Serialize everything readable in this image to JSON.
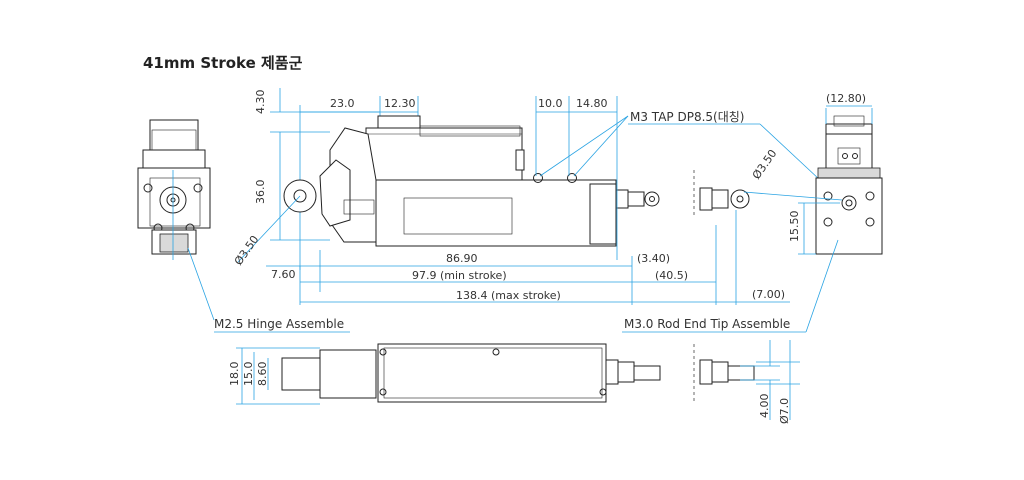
{
  "title": "41mm Stroke 제품군",
  "dims": {
    "d_4_30": "4.30",
    "d_23_0": "23.0",
    "d_12_30": "12.30",
    "d_36_0": "36.0",
    "d_dia_3_50_left": "Ø3.50",
    "d_7_60": "7.60",
    "d_10_0": "10.0",
    "d_14_80": "14.80",
    "d_86_90": "86.90",
    "d_3_40": "(3.40)",
    "d_97_9": "97.9 (min stroke)",
    "d_40_5": "(40.5)",
    "d_138_4": "138.4 (max stroke)",
    "d_dia_3_50_right": "Ø3.50",
    "d_12_80": "(12.80)",
    "d_15_50": "15.50",
    "d_7_00": "(7.00)",
    "d_18_0": "18.0",
    "d_15_0": "15.0",
    "d_8_60": "8.60",
    "d_4_00": "4.00",
    "d_dia_7_0": "Ø7.0"
  },
  "callouts": {
    "m3_tap": "M3 TAP DP8.5(대칭)",
    "hinge": "M2.5 Hinge Assemble",
    "rod_end": "M3.0 Rod End Tip Assemble"
  }
}
